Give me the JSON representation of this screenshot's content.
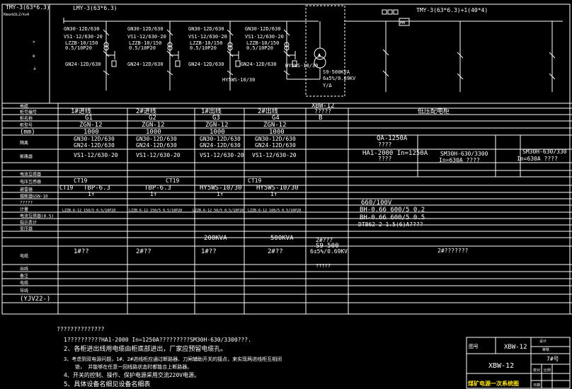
{
  "top": {
    "bus_left": "TMY-3(63*6.3)",
    "bus_left_sub": "Kmax&SL2/kvA",
    "bus_mid": "LMY-3(63*6.3)",
    "bus_right": "TMY-3(63*6.3)+1(40*4)"
  },
  "panels": [
    {
      "gn_top": "GN30-12D/630",
      "vs": "VS1-12/630-20",
      "lzz1": "LZZB-10/150",
      "lzz2": "0.5/10P20",
      "gn_bot": "GN24-12D/630"
    },
    {
      "gn_top": "GN30-12D/630",
      "vs": "VS1-12/630-20",
      "lzz1": "LZZB-10/150",
      "lzz2": "0.5/10P20",
      "gn_bot": "GN24-12D/630"
    },
    {
      "gn_top": "GN30-12D/630",
      "vs": "VS1-12/630-20",
      "lzz1": "LZZB-10/150",
      "lzz2": "0.5/10P20",
      "gn_bot": "GN24-12D/630"
    },
    {
      "gn_top": "GN30-12D/630",
      "vs": "VS1-12/630-20",
      "lzz1": "LZZB-10/150",
      "lzz2": "0.5/10P20",
      "gn_bot": "GN24-12D/630"
    }
  ],
  "transformer": {
    "hy1": "HY5WS-10/30",
    "hy2": "HY5WS-10/30",
    "model": "S9-500KVA",
    "ratio": "6±5%/0.69KV",
    "vector": "Y/Δ",
    "mcb": "MM"
  },
  "table": {
    "row_labels": [
      "电缆",
      "柜号编号",
      "柜名称",
      "柜型号",
      "(mm)",
      "隔离",
      "断路器",
      "",
      "电流互感器",
      "电压互感器",
      "避雷器",
      "熔断器GSN-10",
      "?????",
      "计量",
      "电流互感器(0.5)",
      "指示表计",
      "变压器",
      "",
      "",
      "电缆",
      "出线",
      "备注",
      "电缆",
      "导线",
      "(YJV22-)",
      ""
    ],
    "xbw": "XBW-12",
    "cabinets": [
      "1#进线",
      "2#进线",
      "1#出线",
      "2#出线"
    ],
    "cabinet_b": "?????",
    "codes": [
      "G1",
      "G2",
      "G3",
      "G4"
    ],
    "code_b": "B",
    "zgn": [
      "ZGN-12",
      "ZGN-12",
      "ZGN-12",
      "ZGN-12"
    ],
    "widths": [
      "1000",
      "1000",
      "1000",
      "1000"
    ],
    "gn30": [
      "GN30-12D/630",
      "GN30-12D/630",
      "GN30-12D/630",
      "GN30-12D/630"
    ],
    "gn24": [
      "GN24-12D/630",
      "GN24-12D/630",
      "GN24-12D/630",
      "GN24-12D/630"
    ],
    "vs1": [
      "VS1-12/630-20",
      "VS1-12/630-20",
      "VS1-12/630-20",
      "VS1-12/630-20"
    ],
    "low_header": "低压配电柜",
    "qa": "QA-1250A",
    "qa_q": "????",
    "ha": "HA1-2000  In=1250A",
    "ha_q": "????",
    "sm1": "SM30H-630/3300",
    "sm1_in": "In=630A  ????",
    "sm2": "SM30H-630/330",
    "sm2_in": "In=630A  ????",
    "ct_a": "CT19",
    "ct_b": "CT19",
    "ct_c": "CT19",
    "ct_d": "CT19",
    "tbp1": "TBP-6.3",
    "tbp2": "TBP-6.3",
    "hy_a": "HY5WS-10/30",
    "hy_b": "HY5WS-10/30",
    "fuse": [
      "1↑",
      "1↑",
      "1↑",
      "1↑"
    ],
    "lv1": "660/100V",
    "lv2": "BH-0.66 600/5 0.2",
    "lv3": "BH-0.66 600/5 0.5",
    "lv4": "DT862-2 1.5(6)A????",
    "lzz_row": [
      "LZZB.6-12 150/5 0.5/10P20",
      "LZZB.6-12 150/5 0.5/10P20",
      "LZZB.6-12 50/5 0.5/10P20",
      "LZZB.6-12 100/5 0.5/10P20"
    ],
    "kva": [
      "200KVA",
      "500KVA"
    ],
    "tr_a": "2#???",
    "tr_b": "S9-500",
    "tr_c": "6±5%/0.69KV",
    "tr_d": "?????",
    "outs": [
      "1#??",
      "2#??",
      "1#??",
      "2#??"
    ],
    "out_lv": "2#???????"
  },
  "notes": {
    "heading": "??????????????",
    "n1": "1??????????HA1-2000  In=1250A?????????SM30H-630/3300???.",
    "n2": "2、各柜进出线用电缆由柜底部进出，厂家应预留电缆孔。",
    "n3": "3、考虑到双电源问题，1#、2#进线柜应通过断路器、刀闸辅助开关的接点，来实现两进线柜互相闭",
    "n3b": "锁，      并能够在任意一回线路状态时都能合上断路器。",
    "n4": "4、开关的控制、操作、保护电源采用交流220V电源。",
    "n5": "5、具体设备名细见设备名细表"
  },
  "title_block": {
    "label": "图号",
    "model": "XBW-12",
    "model_big": "XBW-12",
    "title": "煤矿电源一次系统图",
    "scale": "比例",
    "sheet": "7#号",
    "c1": "设计",
    "c2": "审核",
    "c3": "校对",
    "c4": "日期"
  }
}
